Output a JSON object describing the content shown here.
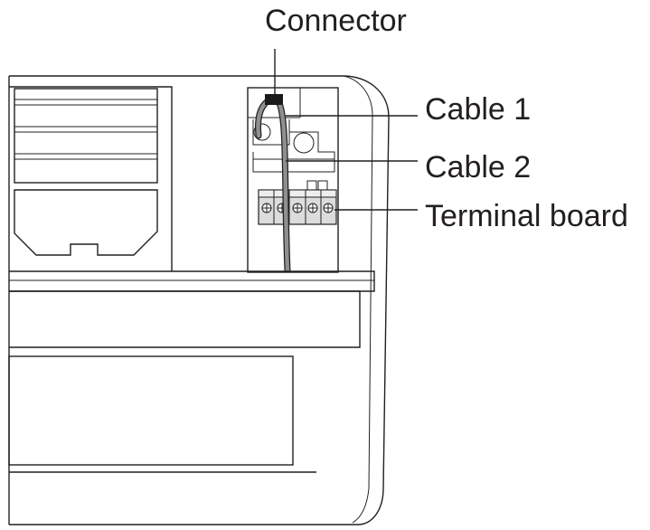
{
  "labels": {
    "connector": "Connector",
    "cable1": "Cable 1",
    "cable2": "Cable 2",
    "terminal_board": "Terminal board"
  },
  "colors": {
    "ink": "#231f20",
    "cable": "#8f8f8f",
    "terminal": "#dcdcdc",
    "connector": "#1a1a1a"
  }
}
